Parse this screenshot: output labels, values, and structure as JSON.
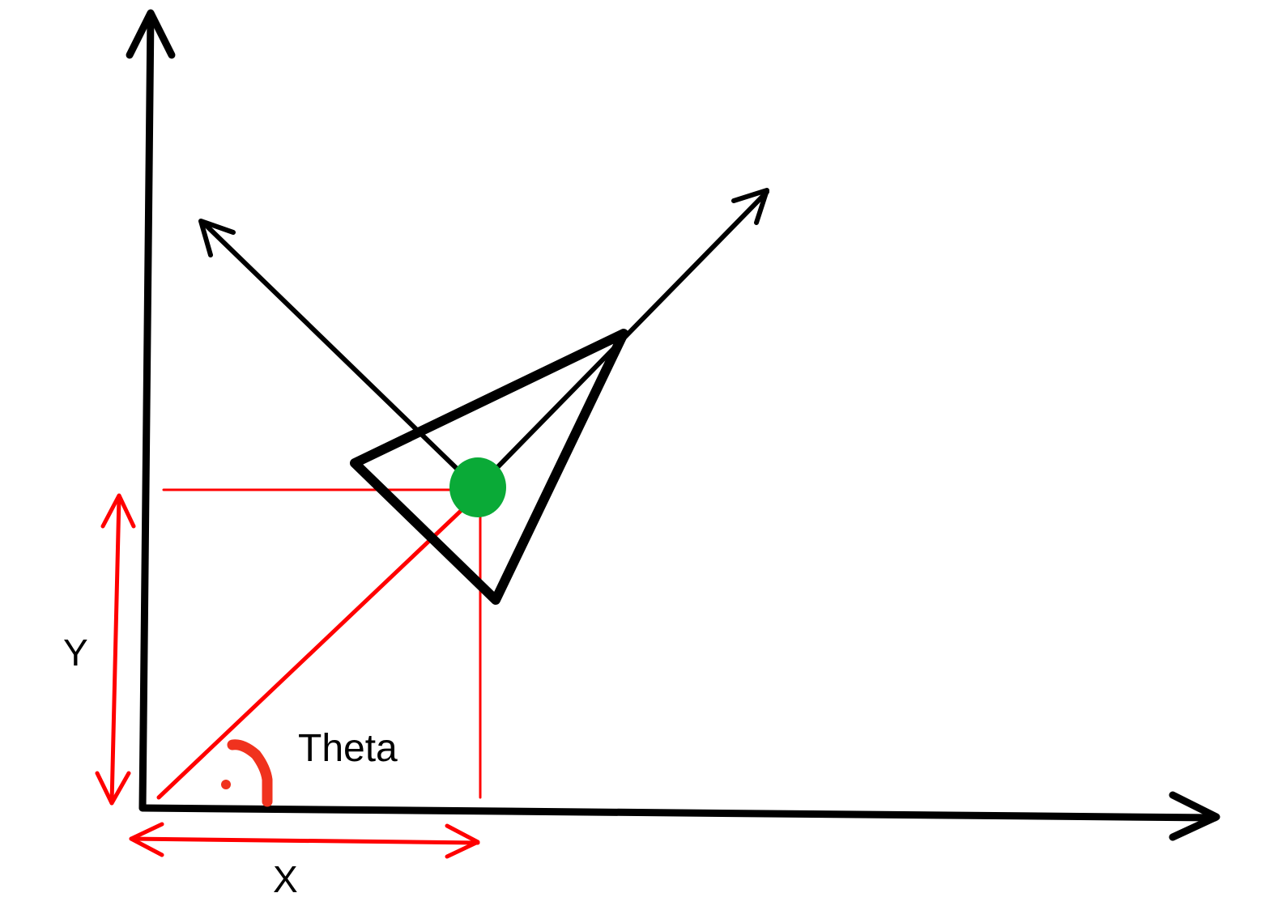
{
  "labels": {
    "x": "X",
    "y": "Y",
    "theta": "Theta"
  },
  "colors": {
    "axes": "#000000",
    "measurement": "#ff0000",
    "angle_arc": "#f0321e",
    "center_point": "#0aaa37",
    "background": "#ffffff"
  }
}
